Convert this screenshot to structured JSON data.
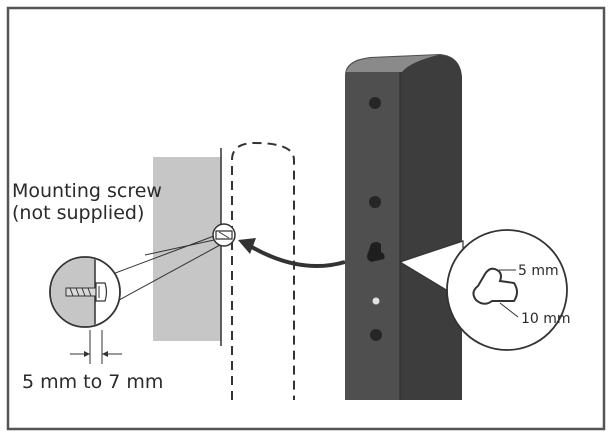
{
  "labels": {
    "screw_line1": "Mounting screw",
    "screw_line2": "(not supplied)",
    "screw_depth": "5 mm to 7 mm",
    "slot_head": "5 mm",
    "slot_length": "10 mm"
  },
  "colors": {
    "border": "#555555",
    "wall": "#c6c6c6",
    "speaker_body": "#4f4f4f",
    "speaker_top": "#8a8a8a",
    "line": "#333333"
  }
}
